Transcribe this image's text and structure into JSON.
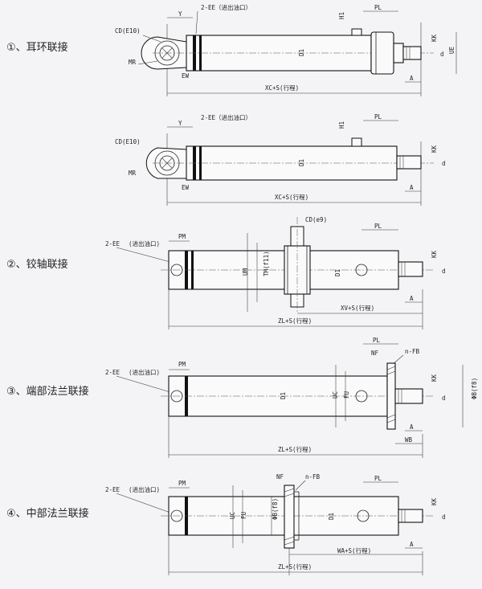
{
  "labels": {
    "d1": "①、耳环联接",
    "d3": "②、铰轴联接",
    "d4": "③、端部法兰联接",
    "d5": "④、中部法兰联接"
  },
  "dims": {
    "cd": "CD(E10)",
    "ee": "2-EE（进出油口）",
    "ee_short": "2-EE",
    "ee_note": "(进出油口)",
    "y": "Y",
    "h1": "H1",
    "pl": "PL",
    "mr": "MR",
    "ew": "EW",
    "d1": "D1",
    "kk": "KK",
    "d": "d",
    "ue": "UE",
    "a": "A",
    "xcs": "XC+S(行程)",
    "pm": "PM",
    "cde9": "CD(e9)",
    "um": "UM",
    "tmf11": "TM(f11)",
    "xvs": "XV+S(行程)",
    "zls": "ZL+S(行程)",
    "nf": "NF",
    "nfb": "n-FB",
    "uc": "UC",
    "fu": "FU",
    "phib": "ΦB(f8)",
    "wb": "WB",
    "was": "WA+S(行程)"
  }
}
